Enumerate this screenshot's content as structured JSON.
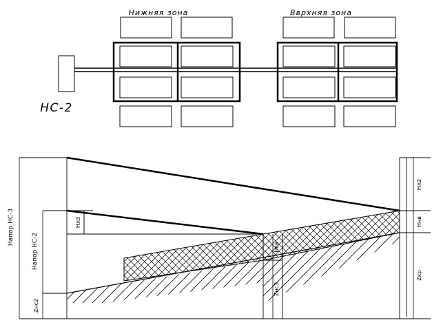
{
  "plan": {
    "zone_lower": "Нижняя зона",
    "zone_upper": "Вврхняя зона",
    "pump_station": "НС-2"
  },
  "profile": {
    "head_ns3": "Напор НС-3",
    "head_ns2": "Напор НС-2",
    "z_ns2": "Zнс2",
    "h_l2": "Hл2",
    "h_l3": "Hл3",
    "h_nv": "Hнв",
    "h_sv": "Hсв",
    "z_ns3": "Zнс3",
    "z_kr": "Zкр"
  }
}
